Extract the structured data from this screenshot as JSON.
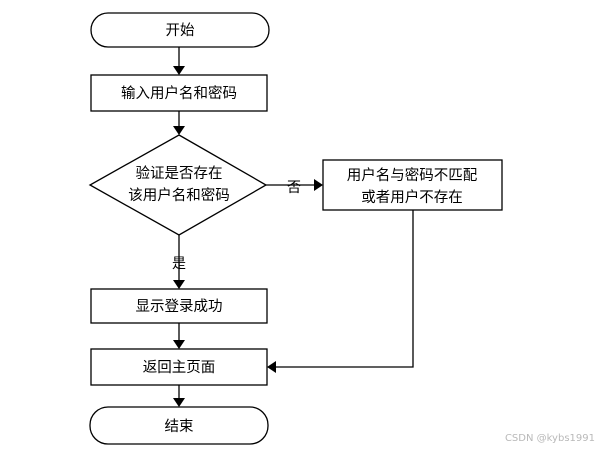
{
  "diagram": {
    "start": "开始",
    "input": "输入用户名和密码",
    "decision": {
      "line1": "验证是否存在",
      "line2": "该用户名和密码"
    },
    "no_label": "否",
    "mismatch": {
      "line1": "用户名与密码不匹配",
      "line2": "或者用户不存在"
    },
    "yes_label": "是",
    "success": "显示登录成功",
    "return": "返回主页面",
    "end": "结束"
  },
  "watermark": "CSDN @kybs1991",
  "colors": {
    "stroke": "#000000",
    "fill": "#ffffff",
    "watermark": "#b9b9b9"
  }
}
